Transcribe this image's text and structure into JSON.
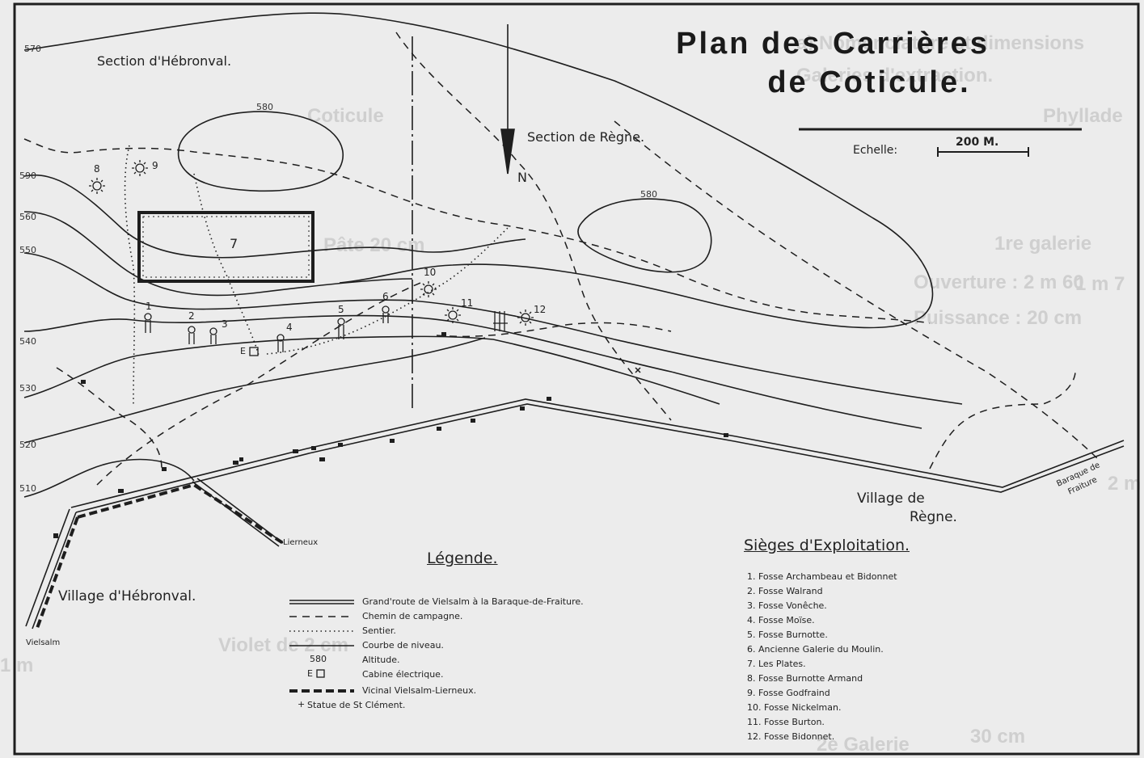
{
  "title": {
    "line1": "Plan des Carrières",
    "line2": "de Coticule."
  },
  "scale": {
    "label": "Echelle:",
    "value": "200 M."
  },
  "north": "N",
  "places": {
    "section_hebronval": "Section d'Hébronval.",
    "section_regne": "Section de Règne.",
    "village_regne_1": "Village de",
    "village_regne_2": "Règne.",
    "village_hebronval": "Village d'Hébronval.",
    "vielsalm": "Vielsalm",
    "lierneux": "Lierneux",
    "baraque_1": "Baraque de",
    "baraque_2": "Fraiture"
  },
  "altitudes": {
    "a570": "570",
    "a590": "590",
    "a560": "560",
    "a550": "550",
    "a540": "540",
    "a530": "530",
    "a520": "520",
    "a510": "510",
    "hill1": "580",
    "hill2": "580"
  },
  "fosse_numbers": [
    "1",
    "2",
    "3",
    "4",
    "5",
    "6",
    "7",
    "8",
    "9",
    "10",
    "11",
    "12"
  ],
  "cabine_marker": "E",
  "legend": {
    "title": "Légende.",
    "items": [
      "Grand'route de Vielsalm à la Baraque-de-Fraiture.",
      "Chemin de campagne.",
      "Sentier.",
      "Courbe de niveau.",
      "Altitude.",
      "Cabine électrique.",
      "Vicinal Vielsalm-Lierneux.",
      "Statue de St Clément."
    ],
    "altitude_example": "580",
    "cabine_symbol": "E",
    "statue_symbol": "+"
  },
  "sieges": {
    "title": "Sièges d'Exploitation.",
    "items": [
      "1. Fosse Archambeau et Bidonnet",
      "2. Fosse Walrand",
      "3. Fosse Vonêche.",
      "4. Fosse Moïse.",
      "5. Fosse Burnotte.",
      "6. Ancienne Galerie du Moulin.",
      "7. Les Plates.",
      "8. Fosse Burnotte Armand",
      "9. Fosse Godfraind",
      "10. Fosse Nickelman.",
      "11. Fosse Burton.",
      "12. Fosse Bidonnet."
    ]
  },
  "bleed_through": [
    "a) Nomenclature et dimensions",
    "Galeries d'extraction.",
    "Coticule",
    "Phyllade",
    "1re galerie",
    "Ouverture : 2 m 60",
    "Puissance : 20 cm",
    "Pâte 20 cm",
    "1 m 7",
    "2 m",
    "Violet de 2 cm",
    "1 m",
    "30 cm",
    "2e Galerie"
  ],
  "colors": {
    "paper": "#ececec",
    "ink": "#1e1e1e",
    "bleed": "#cfcfcf"
  }
}
